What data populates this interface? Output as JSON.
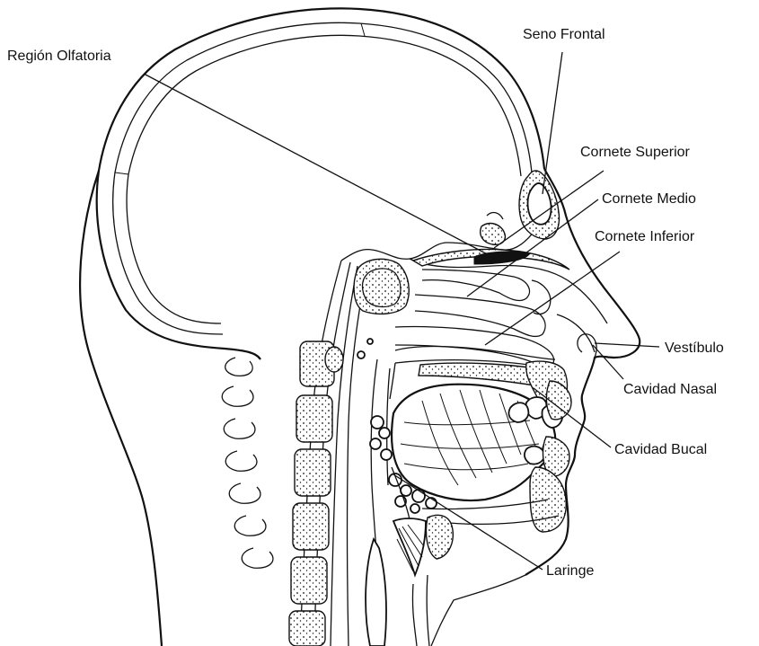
{
  "labels": {
    "region_olfatoria": "Región Olfatoria",
    "seno_frontal": "Seno Frontal",
    "cornete_superior": "Cornete Superior",
    "cornete_medio": "Cornete Medio",
    "cornete_inferior": "Cornete Inferior",
    "vestibulo": "Vestíbulo",
    "cavidad_nasal": "Cavidad Nasal",
    "cavidad_bucal": "Cavidad Bucal",
    "laringe": "Laringe"
  },
  "colors": {
    "ink": "#111111",
    "background": "#ffffff"
  }
}
